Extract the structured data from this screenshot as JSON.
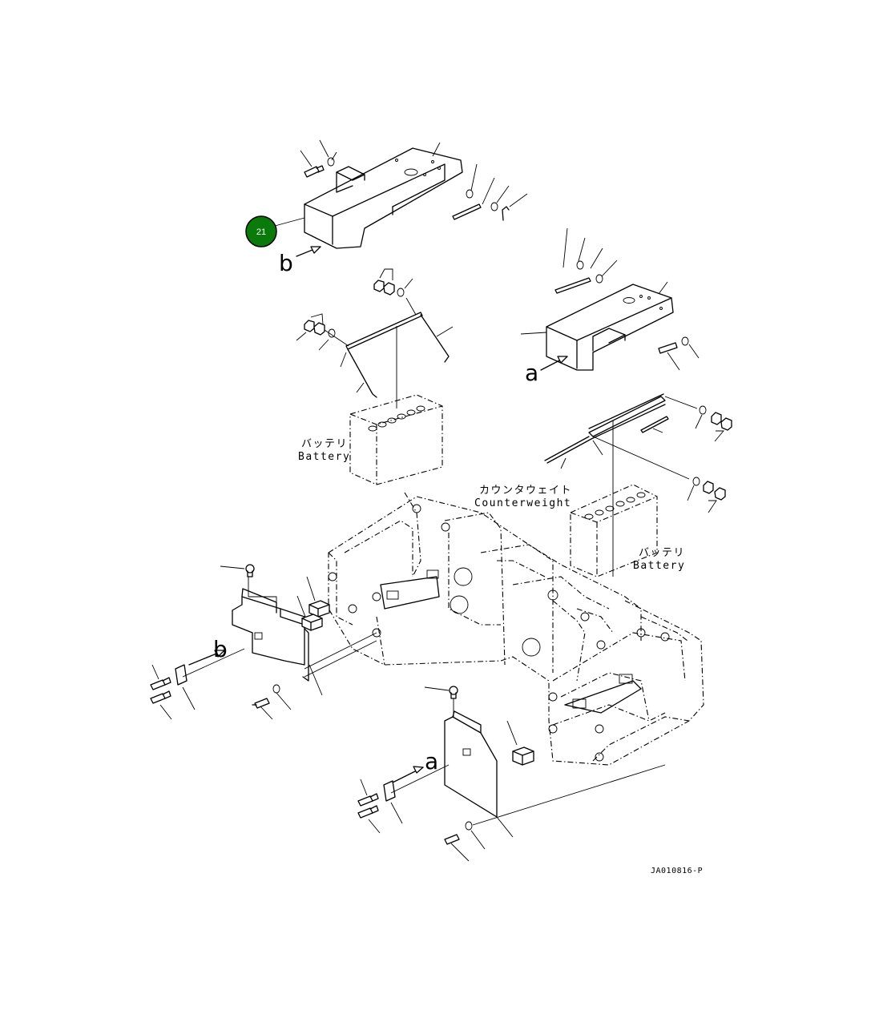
{
  "labels": {
    "battery_jp": "バッテリ",
    "battery_en": "Battery",
    "counterweight_jp": "カウンタウェイト",
    "counterweight_en": "Counterweight",
    "view_a": "a",
    "view_b": "b",
    "drawing_code": "JA010816-P"
  },
  "callout": {
    "number": "21",
    "color": "#0a7a0a"
  }
}
